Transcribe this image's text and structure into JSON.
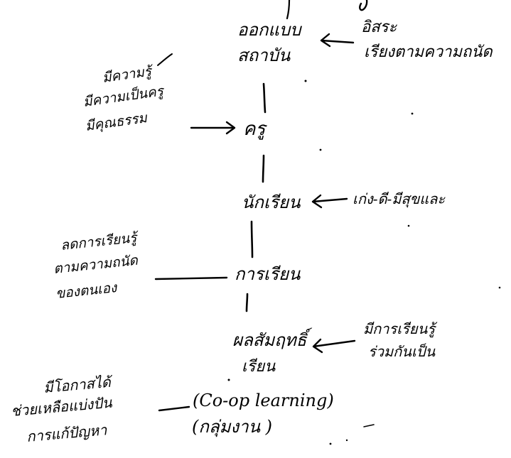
{
  "diagram": {
    "nodes": {
      "central_top": [
        "ออกแบบ",
        "สถาบัน"
      ],
      "teacher": "ครู",
      "student": "นักเรียน",
      "learning": "การเรียน",
      "outcome": [
        "ผลสัมฤทธิ์",
        "เรียน"
      ],
      "coop_en": "(Co-op learning)",
      "coop_th": "(กลุ่มงาน )"
    },
    "side_notes": {
      "top_right": [
        "อิสระ",
        "เรียงตามความถนัด"
      ],
      "left_teacher": [
        "มีความรู้",
        "มีความเป็นครู",
        "มีคุณธรรม"
      ],
      "right_student": "เก่ง-ดี-มีสุขและ",
      "left_learning": [
        "ลดการเรียนรู้",
        "ตามความถนัด",
        "ของตนเอง"
      ],
      "right_outcome": [
        "มีการเรียนรู้",
        "ร่วมกันเป็น"
      ],
      "left_coop": [
        "มีโอกาสได้",
        "ช่วยเหลือแบ่งปัน",
        "การแก้ปัญหา"
      ]
    },
    "ink_color": "#000000",
    "background_color": "#ffffff"
  }
}
